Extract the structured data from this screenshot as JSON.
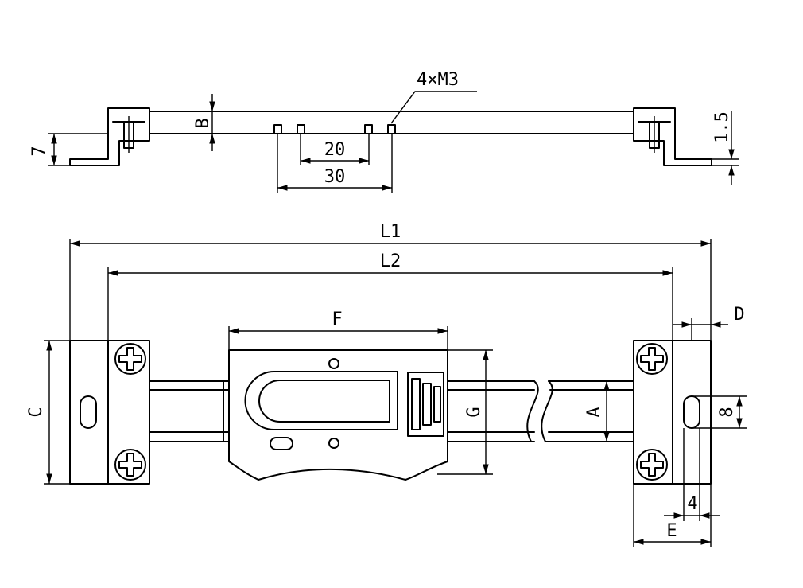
{
  "labels": {
    "thread": "4×M3",
    "dim_b": "B",
    "dim_15": "1.5",
    "dim_7": "7",
    "dim_20": "20",
    "dim_30": "30",
    "dim_l1": "L1",
    "dim_l2": "L2",
    "dim_f": "F",
    "dim_d": "D",
    "dim_c": "C",
    "dim_g": "G",
    "dim_a": "A",
    "dim_8": "8",
    "dim_4": "4",
    "dim_e": "E"
  }
}
